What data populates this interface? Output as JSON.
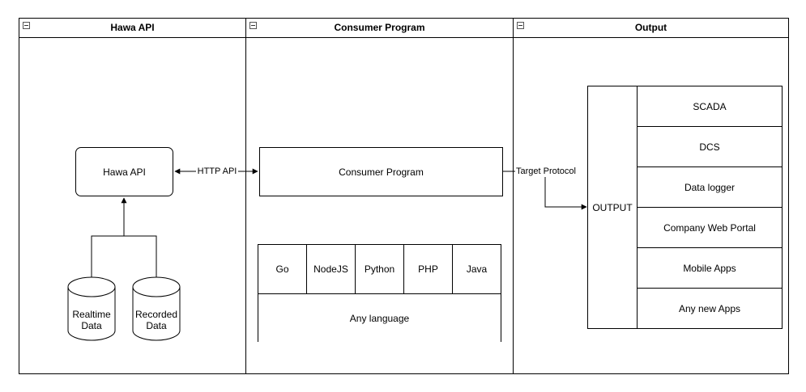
{
  "lanes": [
    {
      "title": "Hawa API"
    },
    {
      "title": "Consumer Program"
    },
    {
      "title": "Output"
    }
  ],
  "hawa_api_box": "Hawa API",
  "http_api_label": "HTTP API",
  "realtime_db": {
    "line1": "Realtime",
    "line2": "Data"
  },
  "recorded_db": {
    "line1": "Recorded",
    "line2": "Data"
  },
  "consumer_box": "Consumer Program",
  "languages": [
    "Go",
    "NodeJS",
    "Python",
    "PHP",
    "Java"
  ],
  "any_language": "Any language",
  "target_protocol_label": "Target Protocol",
  "output_label": "OUTPUT",
  "outputs": [
    "SCADA",
    "DCS",
    "Data logger",
    "Company Web Portal",
    "Mobile Apps",
    "Any new Apps"
  ]
}
